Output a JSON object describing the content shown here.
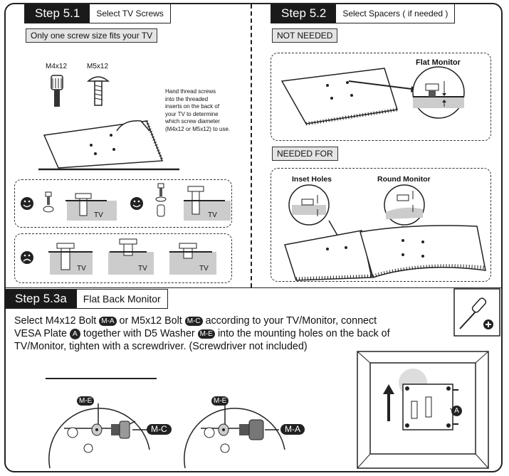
{
  "step51": {
    "number": "Step 5.1",
    "title": "Select TV Screws",
    "tag": "Only one screw size fits your TV",
    "screw_a": "M4x12",
    "screw_b": "M5x12",
    "note": [
      "Hand thread screws",
      "into the threaded",
      "inserts on the back of",
      "your TV to determine",
      "which screw diameter",
      "(M4x12 or M5x12) to use."
    ],
    "tv_label": "TV"
  },
  "step52": {
    "number": "Step 5.2",
    "title": "Select Spacers ( if needed )",
    "not_needed": "NOT NEEDED",
    "needed_for": "NEEDED FOR",
    "flat_monitor": "Flat Monitor",
    "inset_holes": "Inset Holes",
    "round_monitor": "Round Monitor"
  },
  "step53": {
    "number": "Step 5.3a",
    "title": "Flat Back Monitor",
    "p1": "Select M4x12 Bolt ",
    "b1": "M-A",
    "p2": " or M5x12 Bolt ",
    "b2": "M-C",
    "p3": " according to your TV/Monitor, connect",
    "p4": "VESA Plate ",
    "b3": "A",
    "p5": " together with D5 Washer ",
    "b4": "M-E",
    "p6": " into the mounting holes on the back of",
    "p7": "TV/Monitor, tighten with a screwdriver. (Screwdriver not included)",
    "callout_washer": "M-E",
    "callout_bolt_c": "M-C",
    "callout_bolt_a": "M-A",
    "callout_plate": "A"
  },
  "colors": {
    "ink": "#1a1a1a",
    "tag_bg": "#e4e4e4",
    "gray_fill": "#c8c8c8"
  }
}
